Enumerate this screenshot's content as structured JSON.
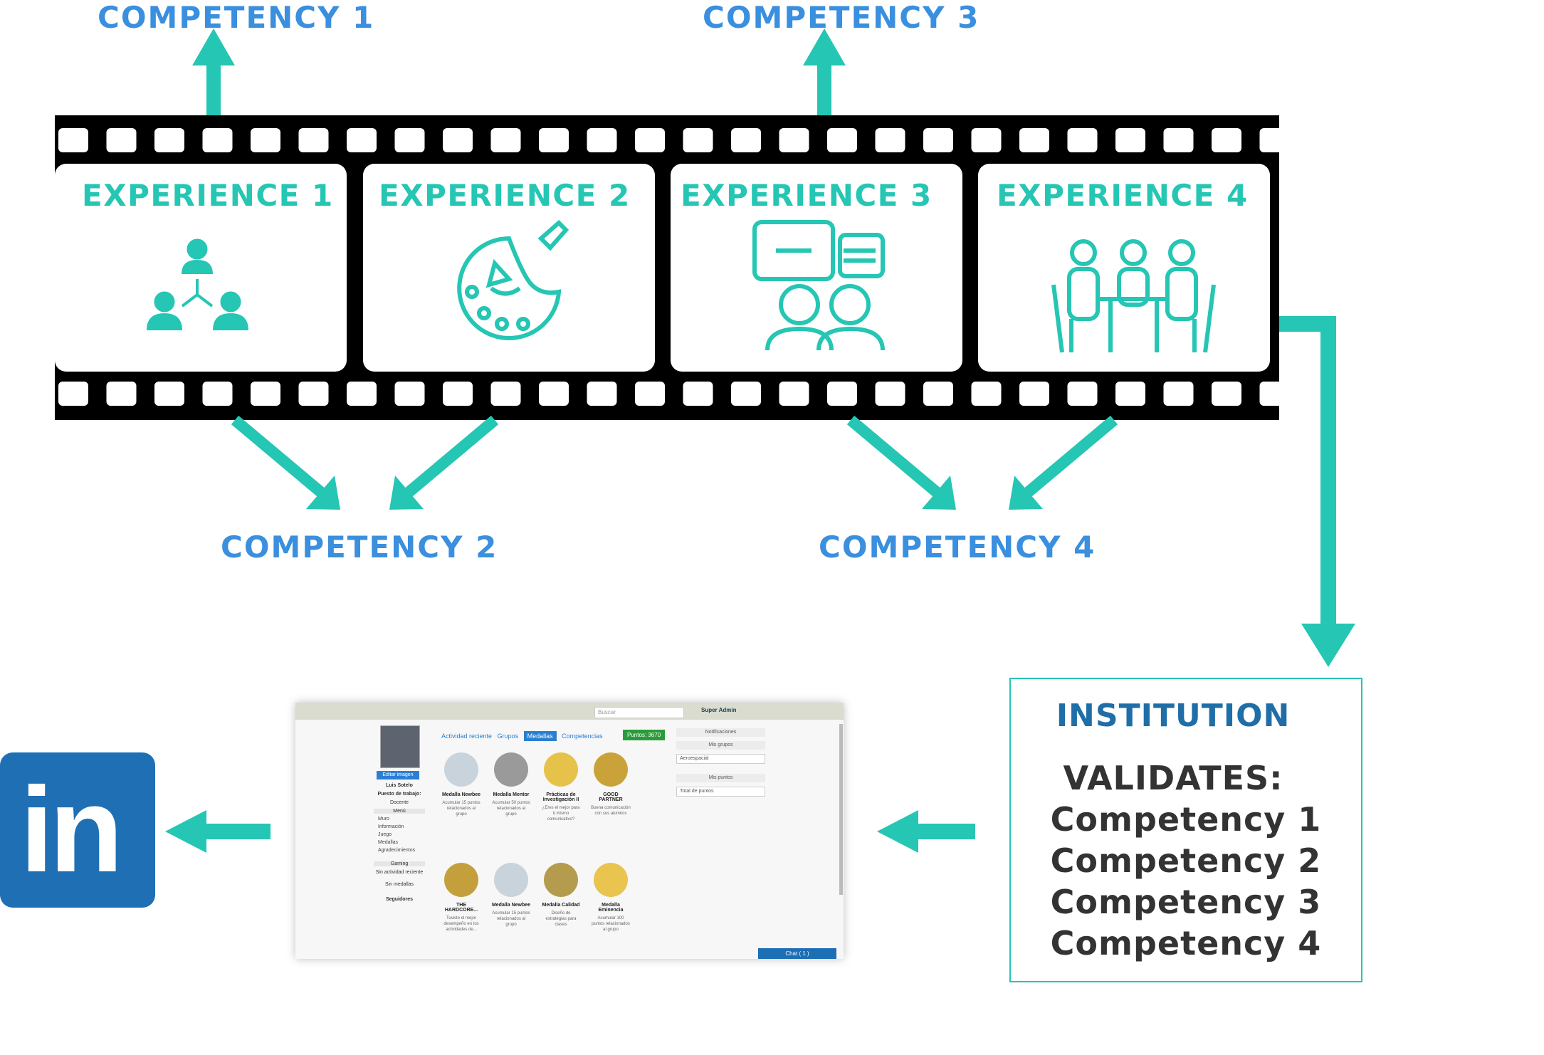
{
  "competencies": {
    "c1": "COMPETENCY 1",
    "c2": "COMPETENCY 2",
    "c3": "COMPETENCY 3",
    "c4": "COMPETENCY 4"
  },
  "experiences": [
    {
      "label": "EXPERIENCE 1",
      "icon": "network-people-icon"
    },
    {
      "label": "EXPERIENCE 2",
      "icon": "palette-icon"
    },
    {
      "label": "EXPERIENCE 3",
      "icon": "conversation-icon"
    },
    {
      "label": "EXPERIENCE 4",
      "icon": "meeting-table-icon"
    }
  ],
  "institution": {
    "title": "INSTITUTION",
    "validates": "VALIDATES:",
    "items": [
      "Competency 1",
      "Competency 2",
      "Competency 3",
      "Competency 4"
    ]
  },
  "screenshot": {
    "search_placeholder": "Buscar",
    "user": "Super Admin",
    "edit_image": "Editar imagen",
    "name": "Luis Sotelo",
    "job_label": "Puesto de trabajo:",
    "job": "Docente",
    "menu_title": "Menú",
    "menu": [
      "Muro",
      "Información",
      "Juego",
      "Medallas",
      "Agradecimientos"
    ],
    "gaming": "Gaming",
    "no_activity": "Sin actividad reciente",
    "no_medals": "Sin medallas",
    "followers": "Seguidores",
    "tabs": [
      "Actividad reciente",
      "Grupos",
      "Medallas",
      "Competencias"
    ],
    "points": "Puntos: 3670",
    "medals": [
      {
        "name": "Medalla Newbee",
        "desc": "Acumular 15 puntos relacionados al grupo"
      },
      {
        "name": "Medalla Mentor",
        "desc": "Acumular 50 puntos relacionados al grupo"
      },
      {
        "name": "Prácticas de Investigación II",
        "desc": "¿Eres el mejor para ti mismo comunicativo?"
      },
      {
        "name": "GOOD PARTNER",
        "desc": "Buena comunicación con sus alumnos"
      },
      {
        "name": "THE HARDCORE...",
        "desc": "Tuviste el mejor desempeño en tus actividades de..."
      },
      {
        "name": "Medalla Newbee",
        "desc": "Acumular 15 puntos relacionados al grupo"
      },
      {
        "name": "Medalla Calidad",
        "desc": "Diseño de estrategias para clases"
      },
      {
        "name": "Medalla Eminencia",
        "desc": "Acumular 100 puntos relacionados al grupo"
      }
    ],
    "notifications": "Notificaciones",
    "my_groups": "Mis grupos",
    "group_item": "Aeroespacial",
    "my_points": "Mis puntos",
    "total_points": "Total de puntos",
    "chat": "Chat ( 1 )"
  },
  "linkedin": {
    "text": "in"
  },
  "colors": {
    "teal": "#25c6b3",
    "blue": "#3a8fde",
    "dark_blue": "#1f6ea8",
    "film": "#000000",
    "linkedin": "#1f6fb5"
  }
}
